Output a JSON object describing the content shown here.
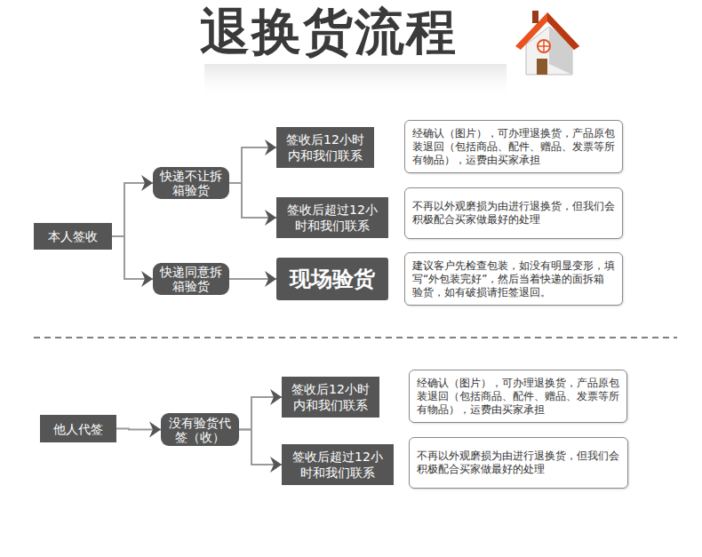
{
  "diagram": {
    "title": "退换货流程",
    "nodes": [
      {
        "text": [
          "本人签收"
        ]
      },
      {
        "text": [
          "快递不让拆箱验货"
        ]
      },
      {
        "text": [
          "签收后12小时内和我们联系"
        ]
      },
      {
        "text": [
          "经确认（图片），可办理退换货，产品原包装退回（包括商品、配件、赠品、发票等所有物品），运费由买家承担"
        ]
      },
      {
        "text": [
          "签收后超过12小时和我们联系"
        ]
      },
      {
        "text": [
          "不再以外观磨损为由进行退换货，但我们会积极配合买家做最好的处理"
        ]
      },
      {
        "text": [
          "快递同意拆箱验货"
        ]
      },
      {
        "text": [
          "现场验货"
        ]
      },
      {
        "text": [
          "建议客户先检查包装，如没有明显变形，填写“外包装完好”，然后当着快递的面拆箱验货，如有破损请拒签退回。"
        ]
      },
      {
        "text": [
          "他人代签"
        ]
      },
      {
        "text": [
          "没有验货代签（收）"
        ]
      },
      {
        "text": [
          "签收后12小时内和我们联系"
        ]
      },
      {
        "text": [
          "经确认（图片），可办理退换货，产品原包装退回（包括商品、配件、赠品、发票等所有物品），运费由买家承担"
        ]
      },
      {
        "text": [
          "签收后超过12小时和我们联系"
        ]
      },
      {
        "text": [
          "不再以外观磨损为由进行退换货，但我们会积极配合买家做最好的处理"
        ]
      }
    ],
    "edges": [
      {
        "from": 0,
        "to": 1,
        "arrow": "to"
      },
      {
        "from": 0,
        "to": 6,
        "arrow": "to"
      },
      {
        "from": 1,
        "to": 2,
        "arrow": "to"
      },
      {
        "from": 1,
        "to": 4,
        "arrow": "to"
      },
      {
        "from": 6,
        "to": 7,
        "arrow": "to"
      },
      {
        "from": 9,
        "to": 10,
        "arrow": "to"
      },
      {
        "from": 10,
        "to": 11,
        "arrow": "to"
      },
      {
        "from": 10,
        "to": 13,
        "arrow": "to"
      }
    ]
  }
}
